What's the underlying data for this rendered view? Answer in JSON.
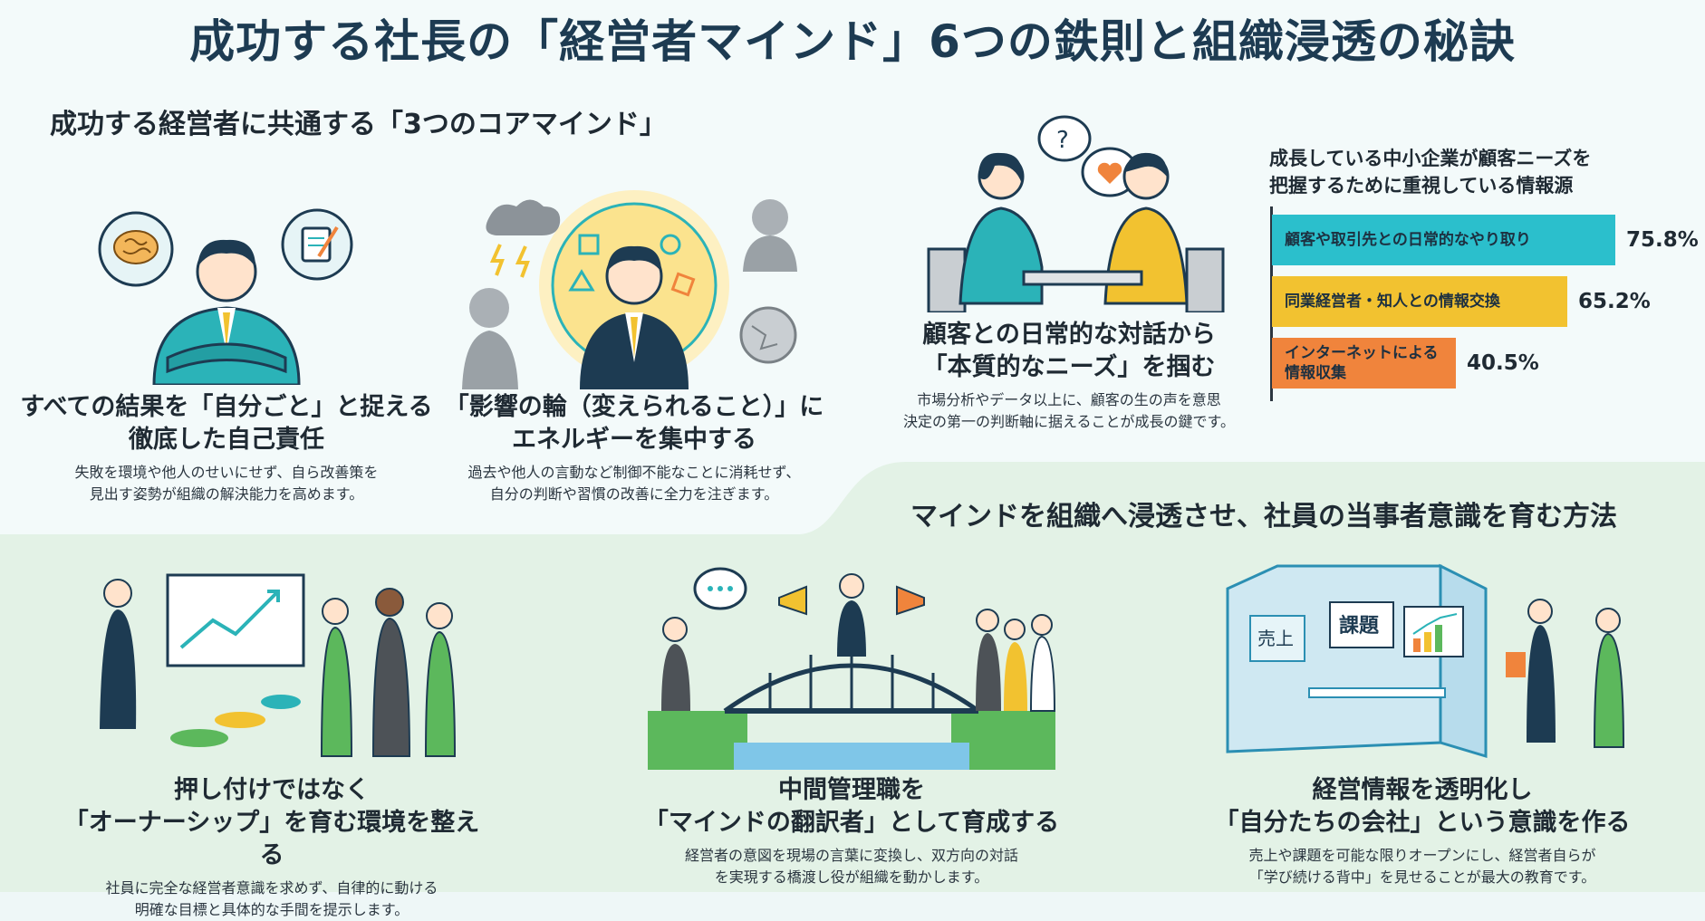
{
  "title": "成功する社長の「経営者マインド」6つの鉄則と組織浸透の秘訣",
  "section1": {
    "title": "成功する経営者に共通する「3つのコアマインド」",
    "cards": [
      {
        "heading1": "すべての結果を「自分ごと」と捉える",
        "heading2": "徹底した自己責任",
        "desc1": "失敗を環境や他人のせいにせず、自ら改善策を",
        "desc2": "見出す姿勢が組織の解決能力を高めます。"
      },
      {
        "heading1": "「影響の輪（変えられること）」に",
        "heading2": "エネルギーを集中する",
        "desc1": "過去や他人の言動など制御不能なことに消耗せず、",
        "desc2": "自分の判断や習慣の改善に全力を注ぎます。"
      },
      {
        "heading1": "顧客との日常的な対話から",
        "heading2": "「本質的なニーズ」を掴む",
        "desc1": "市場分析やデータ以上に、顧客の生の声を意思",
        "desc2": "決定の第一の判断軸に据えることが成長の鍵です。"
      }
    ]
  },
  "chart_data": {
    "type": "bar",
    "title": "成長している中小企業が顧客ニーズを把握するために重視している情報源",
    "title_line1": "成長している中小企業が顧客ニーズを",
    "title_line2": "把握するために重視している情報源",
    "categories": [
      "顧客や取引先との日常的なやり取り",
      "同業経営者・知人との情報交換",
      "インターネットによる情報収集"
    ],
    "category_lines": [
      [
        "顧客や取引先との日常的なやり取り"
      ],
      [
        "同業経営者・知人との情報交換"
      ],
      [
        "インターネットによる",
        "情報収集"
      ]
    ],
    "values": [
      75.8,
      65.2,
      40.5
    ],
    "value_labels": [
      "75.8%",
      "65.2%",
      "40.5%"
    ],
    "colors": [
      "#2bbfcc",
      "#f2c230",
      "#f0843c"
    ]
  },
  "section2": {
    "title": "マインドを組織へ浸透させ、社員の当事者意識を育む方法",
    "cards": [
      {
        "heading1": "押し付けではなく",
        "heading2": "「オーナーシップ」を育む環境を整える",
        "desc1": "社員に完全な経営者意識を求めず、自律的に動ける",
        "desc2": "明確な目標と具体的な手間を提示します。"
      },
      {
        "heading1": "中間管理職を",
        "heading2": "「マインドの翻訳者」として育成する",
        "desc1": "経営者の意図を現場の言葉に変換し、双方向の対話",
        "desc2": "を実現する橋渡し役が組織を動かします。"
      },
      {
        "heading1": "経営情報を透明化し",
        "heading2": "「自分たちの会社」という意識を作る",
        "desc1": "売上や課題を可能な限りオープンにし、経営者自らが",
        "desc2": "「学び続ける背中」を見せることが最大の教育です。"
      }
    ],
    "board_labels": [
      "売上",
      "課題"
    ]
  },
  "colors": {
    "teal": "#2bb3b8",
    "navy": "#1d3b52",
    "yellow": "#f2c230",
    "green": "#5cb85c",
    "bg_bottom": "#e4f3e8"
  },
  "icons": [
    "brain-icon",
    "memo-icon",
    "question-bubble-icon",
    "heart-bubble-icon",
    "chat-bubble-icon",
    "megaphone-icon",
    "chart-up-icon"
  ]
}
